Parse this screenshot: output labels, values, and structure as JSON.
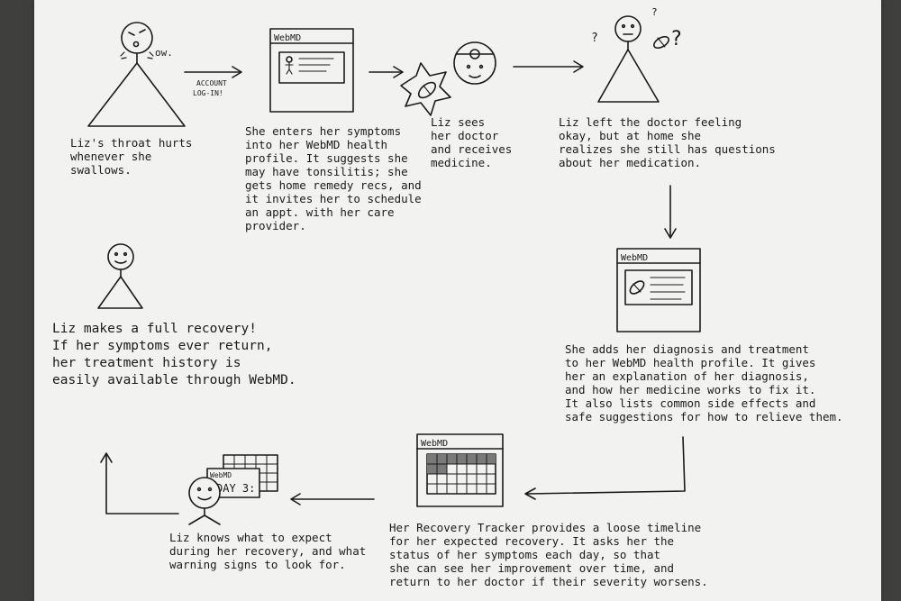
{
  "captions": {
    "throat": "Liz's throat hurts\nwhenever she swallows.",
    "enters": "She enters her symptoms\ninto her WebMD health\nprofile. It suggests she\nmay have tonsilitis; she\ngets home remedy recs, and\nit invites her to schedule\nan appt. with her care\nprovider.",
    "doctor": "Liz sees\nher doctor\nand receives\nmedicine.",
    "questions": "Liz left the doctor feeling\nokay, but at home she\nrealizes she still has questions\nabout her medication.",
    "adds": "She adds her diagnosis and treatment\nto her WebMD health profile. It gives\nher an explanation of her diagnosis,\nand how her medicine works to fix it.\nIt also lists common side effects and\nsafe suggestions for how to relieve them.",
    "tracker": "Her Recovery Tracker provides a loose timeline\nfor her expected recovery. It asks her the\nstatus of her symptoms each day, so that\nshe can see her improvement over time, and\nreturn to her doctor if their severity worsens.",
    "knows": "Liz knows what to expect\nduring her recovery, and what\nwarning signs to look for.",
    "recovery": "Liz makes a full recovery!\nIf her symptoms ever return,\nher treatment history is\neasily available through WebMD."
  },
  "labels": {
    "ow": "ow.",
    "account_line1": "ACCOUNT",
    "account_line2": "LOG-IN!",
    "webmd_1": "WebMD",
    "webmd_2": "WebMD",
    "webmd_3": "WebMD",
    "webmd_4": "WebMD",
    "day3": "DAY 3:",
    "qmark_1": "?",
    "qmark_2": "?",
    "qmark_3": "?"
  },
  "colors": {
    "paper": "#f2f2f0",
    "ink": "#1a1a1a",
    "grid_fill": "#7a7a7a"
  }
}
